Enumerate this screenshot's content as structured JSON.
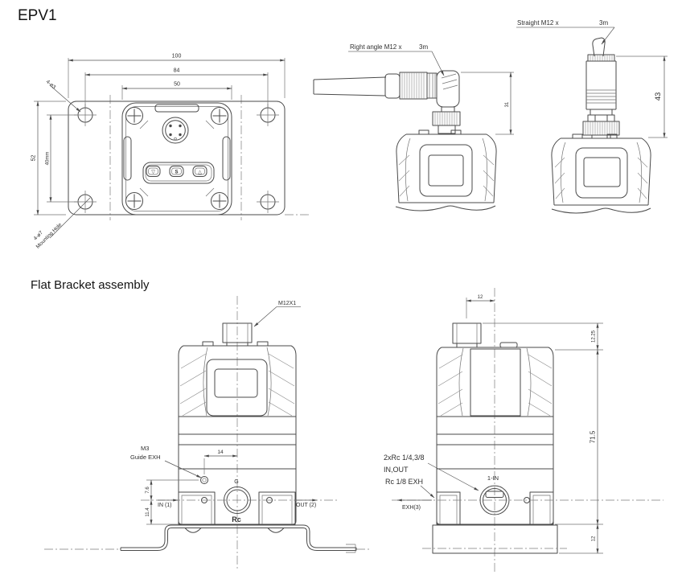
{
  "title": "EPV1",
  "colors": {
    "ink": "#4a4a4a",
    "text": "#2f2f2f",
    "background": "#ffffff"
  },
  "top_view": {
    "dims": {
      "outer_width": "100",
      "hole_pitch_x": "84",
      "body_width": "50",
      "outer_height": "52",
      "hole_pitch_y": "40mm"
    },
    "labels": {
      "corner_holes": "4-ø3",
      "mounting_holes": "4-ø7",
      "mounting_holes_note": "Mounting Hole"
    },
    "keypad": {
      "down": "▽",
      "set": "S",
      "up": "△"
    }
  },
  "right_angle_view": {
    "label": "Right angle M12 x",
    "cable_length": "3m",
    "dims": {
      "connector_height": "31"
    }
  },
  "straight_view": {
    "label": "Straight M12 x",
    "cable_length": "3m",
    "dims": {
      "connector_height": "43"
    }
  },
  "bracket_section": {
    "title": "Flat Bracket assembly",
    "front_view": {
      "labels": {
        "connector_thread": "M12X1",
        "m3": "M3",
        "guide_exh": "Guide EXH",
        "in_port": "IN (1)",
        "out_port": "OUT (2)",
        "gauge": "G",
        "rc": "Rc"
      },
      "dims": {
        "exh_offset": "14",
        "exh_height": "7.6",
        "port_height": "11.4"
      }
    },
    "side_view": {
      "labels": {
        "ports": "2xRc 1/4,3/8",
        "ports2": "IN,OUT",
        "exh_port": "Rc 1/8 EXH",
        "exh_out": "EXH(3)",
        "port_in": "1-IN"
      },
      "dims": {
        "conn_offset": "12",
        "top_height": "12.25",
        "body_height": "71.5",
        "bracket_height": "12"
      }
    }
  }
}
